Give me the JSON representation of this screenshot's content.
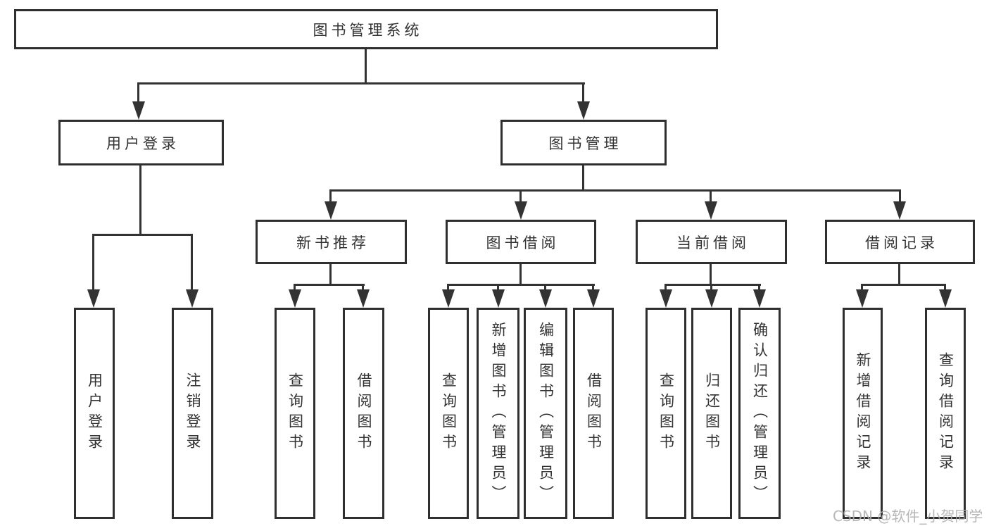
{
  "diagram": {
    "root": {
      "label": "图书管理系统"
    },
    "branches": [
      {
        "label": "用户登录",
        "leaves": [
          {
            "label": "用户登录"
          },
          {
            "label": "注销登录"
          }
        ]
      },
      {
        "label": "图书管理",
        "sections": [
          {
            "label": "新书推荐",
            "leaves": [
              {
                "label": "查询图书"
              },
              {
                "label": "借阅图书"
              }
            ]
          },
          {
            "label": "图书借阅",
            "leaves": [
              {
                "label": "查询图书"
              },
              {
                "label": "新增图书（管理员）"
              },
              {
                "label": "编辑图书（管理员）"
              },
              {
                "label": "借阅图书"
              }
            ]
          },
          {
            "label": "当前借阅",
            "leaves": [
              {
                "label": "查询图书"
              },
              {
                "label": "归还图书"
              },
              {
                "label": "确认归还（管理员）"
              }
            ]
          },
          {
            "label": "借阅记录",
            "leaves": [
              {
                "label": "新增借阅记录"
              },
              {
                "label": "查询借阅记录"
              }
            ]
          }
        ]
      }
    ]
  },
  "watermark": {
    "text": "CSDN @软件_小贺同学"
  },
  "colors": {
    "line": "#333333",
    "box_border": "#2f2f2f",
    "box_fill": "#ffffff",
    "text": "#333333",
    "watermark": "#b0b0b0"
  }
}
